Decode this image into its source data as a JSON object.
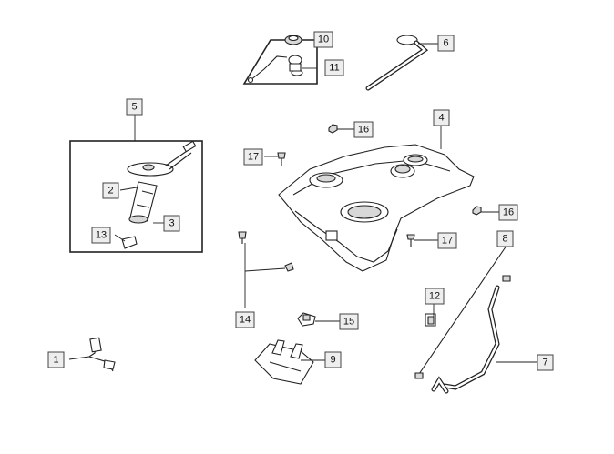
{
  "callouts": [
    {
      "id": "c1",
      "label": "1"
    },
    {
      "id": "c2",
      "label": "2"
    },
    {
      "id": "c3",
      "label": "3"
    },
    {
      "id": "c4",
      "label": "4"
    },
    {
      "id": "c5",
      "label": "5"
    },
    {
      "id": "c6",
      "label": "6"
    },
    {
      "id": "c7",
      "label": "7"
    },
    {
      "id": "c8",
      "label": "8"
    },
    {
      "id": "c9",
      "label": "9"
    },
    {
      "id": "c10",
      "label": "10"
    },
    {
      "id": "c11",
      "label": "11"
    },
    {
      "id": "c12",
      "label": "12"
    },
    {
      "id": "c13",
      "label": "13"
    },
    {
      "id": "c14",
      "label": "14"
    },
    {
      "id": "c15",
      "label": "15"
    },
    {
      "id": "c16a",
      "label": "16"
    },
    {
      "id": "c16b",
      "label": "16"
    },
    {
      "id": "c17a",
      "label": "17"
    },
    {
      "id": "c17b",
      "label": "17"
    }
  ]
}
